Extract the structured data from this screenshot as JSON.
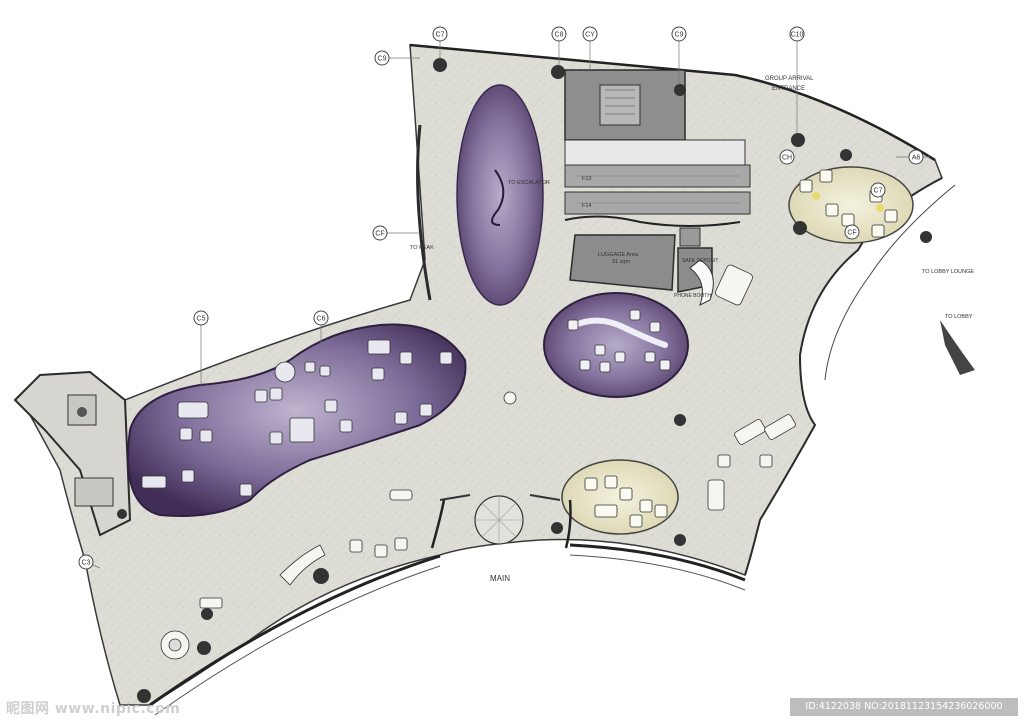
{
  "labels": {
    "group_arrival": "GROUP ARRIVAL",
    "entrance": "ENTRANCE",
    "to_escalator": "TO ESCALATOR",
    "to_peak": "TO PEAK",
    "to_lobby_lounge": "TO LOBBY LOUNGE",
    "to_lobby": "TO LOBBY",
    "luggage_area": "LUGGAGE Area",
    "luggage_area_size": "31 sqm",
    "safe_deposit": "SAFE DEPOSIT",
    "phone_booth": "PHONE BOOTH",
    "main": "MAIN",
    "f13": "F13",
    "f14": "F14"
  },
  "grid_bubbles": [
    "C7",
    "C8",
    "C9",
    "C9",
    "C10",
    "C7",
    "CY",
    "C5",
    "C6",
    "CF",
    "A6",
    "CH",
    "C3",
    "CF"
  ],
  "colors": {
    "floor": "#dcdcd6",
    "purple_rug": "#7a6a9a",
    "purple_dark": "#4d3a66",
    "cream_rug": "#e8e4c8",
    "wall": "#2b2b2b",
    "core_gray": "#8a8a8a"
  },
  "watermark": {
    "left": "昵图网 www.nipic.com",
    "right": "ID:4122038 NO:20181123154236026000"
  }
}
